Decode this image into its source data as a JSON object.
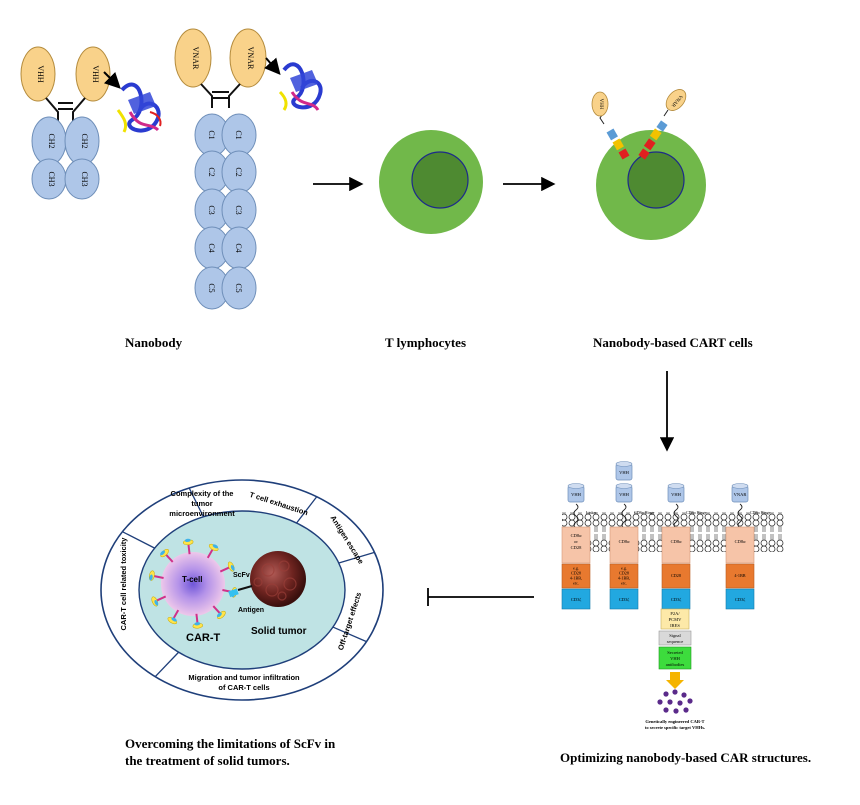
{
  "captions": {
    "nanobody": "Nanobody",
    "t_lymphocytes": "T lymphocytes",
    "nanobody_cart": "Nanobody-based CART cells",
    "optimizing": "Optimizing nanobody-based CAR structures.",
    "overcoming_1": "Overcoming the limitations of ScFv in",
    "overcoming_2": "the treatment of solid tumors."
  },
  "antibody_left": {
    "vhh": "VHH",
    "ch2": "CH2",
    "ch3": "CH3"
  },
  "antibody_right": {
    "vnar": "VNAR",
    "c1": "C1",
    "c2": "C2",
    "c3": "C3",
    "c4": "C4",
    "c5": "C5"
  },
  "cart_cell": {
    "vhh": "VHH",
    "vnar": "VNAR"
  },
  "car_structures": {
    "receptors": [
      {
        "top": [
          "VHH"
        ],
        "linker": "Linker",
        "tm": [
          "CD8α",
          "or",
          "CD28"
        ],
        "cost": [
          "e.g.",
          "CD28",
          "4-1BB,",
          "etc."
        ],
        "cd3": "CD3ζ"
      },
      {
        "top": [
          "VHH",
          "VHH"
        ],
        "linker": "CD8α Hinge",
        "tm": [
          "CD8α"
        ],
        "cost": [
          "e.g.",
          "CD28",
          "4-1BB,",
          "etc."
        ],
        "cd3": "CD3ζ"
      },
      {
        "top": [
          "VHH"
        ],
        "linker": "CD8α Hinge",
        "tm": [
          "CD8α"
        ],
        "cost": [
          "CD28"
        ],
        "cd3": "CD3ζ"
      },
      {
        "top": [
          "VNAR"
        ],
        "linker": "CD8α Hinge",
        "tm": [
          "CD8α"
        ],
        "cost": [
          "4-1BB"
        ],
        "cd3": "CD3ζ"
      }
    ],
    "extra_1": [
      "P2A/",
      "PCMV",
      "IRES"
    ],
    "extra_2": [
      "Signal",
      "sequence"
    ],
    "extra_3": [
      "Secreted",
      "VHH",
      "antibodies"
    ],
    "note_1": "Genetically engineered CAR-T",
    "note_2": "to secrete specific target VHHs."
  },
  "limitations": {
    "segments": [
      "Complexity of the tumor microenvironment",
      "T cell exhaustion",
      "Antigen escape",
      "Off-target effects",
      "Migration and tumor infiltration of CAR-T cells",
      "CAR-T cell related toxicity"
    ],
    "seg1_lines": [
      "Complexity of the",
      "tumor",
      "microenvironment"
    ],
    "seg5_lines": [
      "Migration and tumor infiltration",
      "of CAR-T cells"
    ],
    "t_cell": "T-cell",
    "car_t": "CAR-T",
    "scfv": "ScFv",
    "antigen": "Antigen",
    "solid_tumor": "Solid tumor"
  },
  "colors": {
    "domain_blue": "#aec6e8",
    "variable_orange": "#f9d28a",
    "cell_green": "#71b84a",
    "nucleus_green": "#4e8a31",
    "membrane_pink": "#f6c4a8",
    "costim_orange": "#e8792f",
    "cd3_blue": "#22a8e0",
    "circle_fill": "#bfe3e4"
  }
}
